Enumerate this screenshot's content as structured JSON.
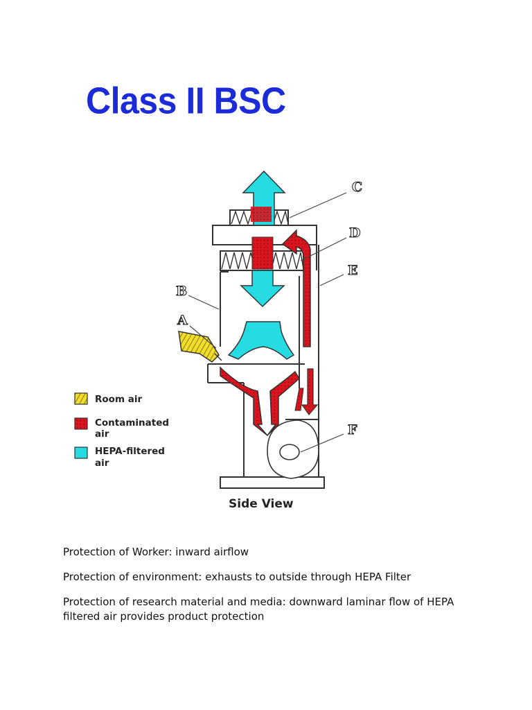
{
  "title": "Class II BSC",
  "diagram": {
    "labels": {
      "a": "A",
      "b": "B",
      "c": "C",
      "d": "D",
      "e": "E",
      "f": "F"
    },
    "caption": "Side View",
    "legend": [
      {
        "line1": "Room air",
        "line2": "",
        "color": "#f2dd2a"
      },
      {
        "line1": "Contaminated",
        "line2": "air",
        "color": "#d8141e"
      },
      {
        "line1": "HEPA-filtered",
        "line2": "air",
        "color": "#26dce2"
      }
    ]
  },
  "notes": [
    "Protection of Worker: inward airflow",
    "Protection of environment: exhausts to outside through HEPA Filter",
    "Protection of research material and media: downward laminar flow of HEPA filtered air provides product protection"
  ],
  "colors": {
    "title": "#1c2bd8",
    "cyan": "#26dce2",
    "red": "#d8141e",
    "yellow": "#f2dd2a"
  }
}
